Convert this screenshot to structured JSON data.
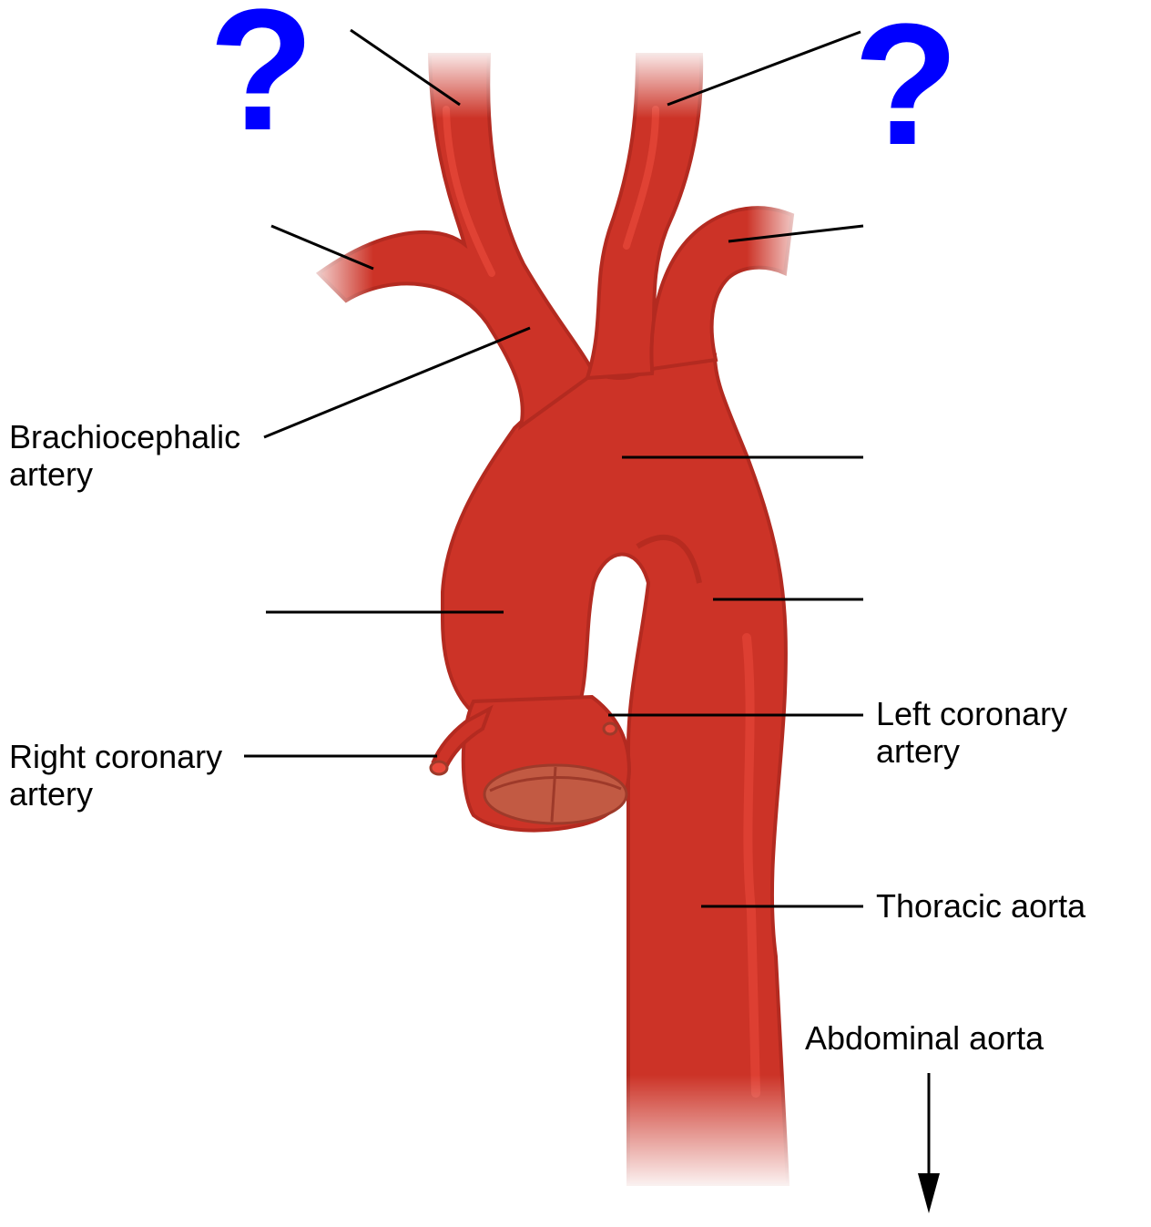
{
  "colors": {
    "vessel": "#cc3327",
    "vessel_outline": "#b32a20",
    "highlight": "#e8483a",
    "valve": "#c25a43",
    "question_mark": "#0000ff",
    "leader_line": "#000000"
  },
  "question_marks": [
    {
      "id": "left",
      "symbol": "?"
    },
    {
      "id": "right",
      "symbol": "?"
    }
  ],
  "labels": {
    "brachiocephalic": "Brachiocephalic\nartery",
    "right_coronary": "Right coronary\nartery",
    "left_coronary": "Left coronary\nartery",
    "thoracic": "Thoracic aorta",
    "abdominal": "Abdominal aorta"
  }
}
